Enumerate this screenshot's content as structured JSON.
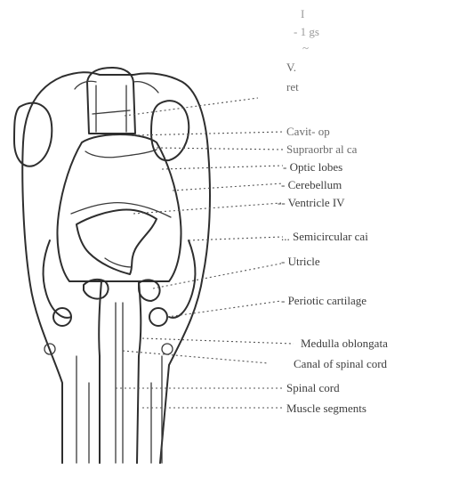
{
  "labels": {
    "top_a": "I",
    "top_b": "-                                          1 gs",
    "top_c": "~",
    "top_d": "V.",
    "top_e": "ret",
    "cavity": "Cavit- op",
    "supraorbital": "Supraorbr al ca",
    "optic_lobes": "- Optic lobes",
    "cerebellum": "- Cerebellum",
    "ventricle_iv": "-- Ventricle IV",
    "semicircular": "... Semicircular cai",
    "utricle": "- Utricle",
    "periotic": "- Periotic cartilage",
    "medulla": "Medulla oblongata",
    "canal_spinal": "Canal of spinal cord",
    "spinal_cord": "Spinal cord",
    "muscle_segments": "Muscle segments"
  }
}
